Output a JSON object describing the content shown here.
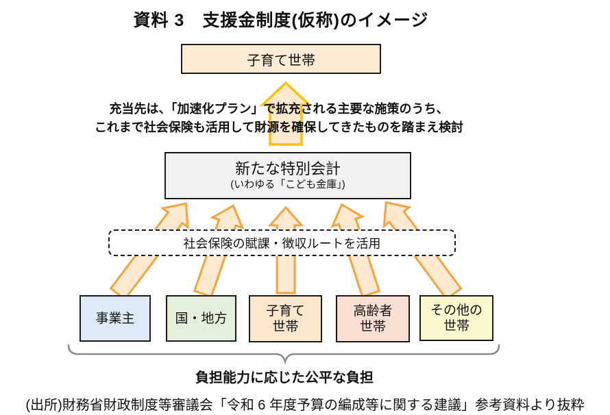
{
  "title": "資料 3　支援金制度(仮称)のイメージ",
  "top_box": {
    "label": "子育て世帯"
  },
  "annotation": {
    "line1": "充当先は、「加速化プラン」で拡充される主要な施策のうち、",
    "line2": "これまで社会保険も活用して財源を確保してきたものを踏まえ検討"
  },
  "account_box": {
    "name": "新たな特別会計",
    "subname": "(いわゆる「こども金庫」)"
  },
  "route_box": {
    "label": "社会保険の賦課・徴収ルートを活用"
  },
  "bottom_boxes": [
    {
      "label": "事業主",
      "color": "#DDEAF7"
    },
    {
      "label": "国・地方",
      "color": "#E3EFDB"
    },
    {
      "label": "子育て\n世帯",
      "color": "#FBE6CE"
    },
    {
      "label": "高齢者\n世帯",
      "color": "#F8DFD2"
    },
    {
      "label": "その他の\n世帯",
      "color": "#FBF8CD"
    }
  ],
  "brace_caption": "負担能力に応じた公平な負担",
  "source_note": "(出所)財務省財政制度等審議会「令和 6 年度予算の編成等に関する建議」参考資料より抜粋",
  "colors": {
    "top_box_bg": "#FCEBD5",
    "account_box_bg": "#F2F2F2",
    "route_box_bg": "#FFFFFF",
    "arrow_fill": "#FCE9CF",
    "flow_arrow_outline": "#F6A33C",
    "main_arrow_outline": "#FFC000",
    "box_border": "#1A1A1A",
    "brace": "#8A8A8A"
  }
}
